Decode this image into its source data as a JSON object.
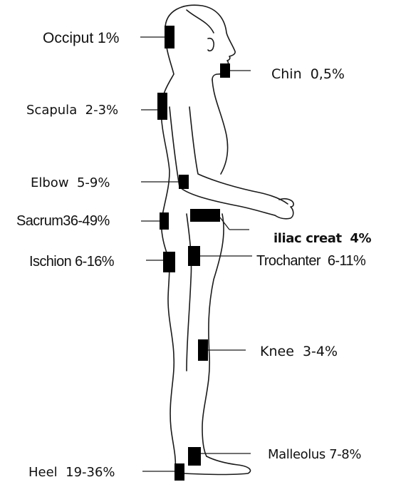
{
  "colors": {
    "ink": "#111111",
    "background": "#ffffff",
    "marker": "#000000"
  },
  "labels": {
    "occiput": "Occiput 1%",
    "chin": "Chin  0,5%",
    "scapula": "Scapula  2-3%",
    "elbow": "Elbow  5-9%",
    "sacrum": "Sacrum36-49%",
    "iliac_crest": "iliac creat  4%",
    "ischion": "Ischion 6-16%",
    "trochanter": "Trochanter  6-11%",
    "knee": "Knee  3-4%",
    "malleolus": "Malleolus 7-8%",
    "heel": "Heel  19-36%"
  }
}
